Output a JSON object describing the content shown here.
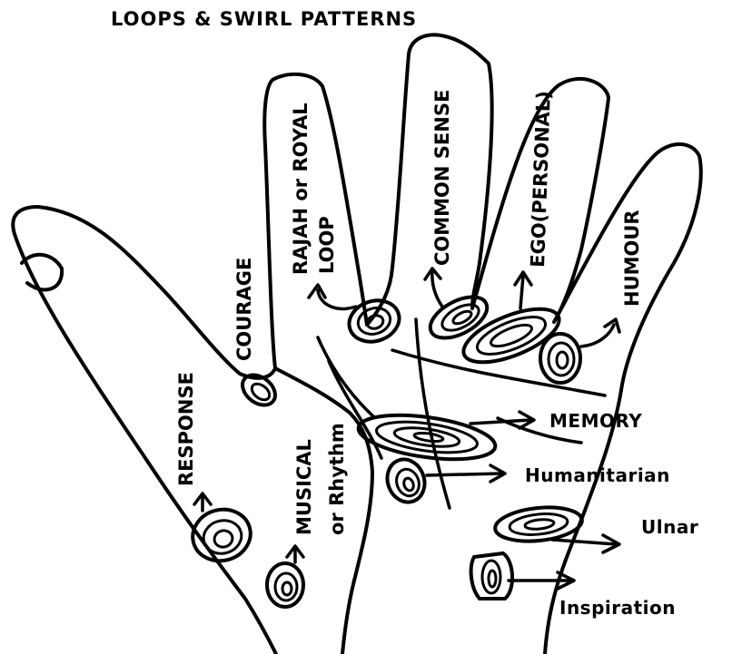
{
  "title": "LOOPS & SWIRL PATTERNS",
  "fingers": {
    "thumb": "RESPONSE",
    "web": "COURAGE",
    "index_line1": "RAJAH or ROYAL",
    "index_line2": "LOOP",
    "middle": "COMMON SENSE",
    "ring": "EGO(PERSONAL)",
    "little": "HUMOUR"
  },
  "palm": {
    "musical_line1": "MUSICAL",
    "musical_line2": "or Rhythm",
    "memory": "MEMORY",
    "humanitarian": "Humanitarian",
    "ulnar": "Ulnar",
    "inspiration": "Inspiration"
  }
}
